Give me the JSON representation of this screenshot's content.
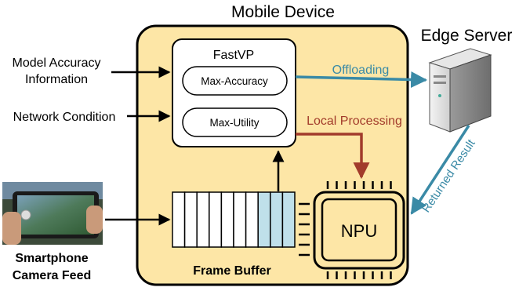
{
  "diagram": {
    "mobile_device_title": "Mobile Device",
    "edge_server_title": "Edge Server",
    "inputs": {
      "model_accuracy_line1": "Model Accuracy",
      "model_accuracy_line2": "Information",
      "network_condition": "Network Condition"
    },
    "fastvp": {
      "title": "FastVP",
      "modes": [
        "Max-Accuracy",
        "Max-Utility"
      ]
    },
    "flows": {
      "offloading": "Offloading",
      "local_processing": "Local Processing",
      "returned_result": "Returned Result"
    },
    "npu_label": "NPU",
    "frame_buffer_label": "Frame Buffer",
    "camera": {
      "line1": "Smartphone",
      "line2": "Camera Feed"
    },
    "colors": {
      "device_fill": "#fde6a6",
      "offload_arrow": "#3a8aa6",
      "local_arrow": "#a23b2b",
      "filled_slot": "#bfe0ea"
    },
    "frame_buffer_slots": 10,
    "frame_buffer_filled_slots": 3
  }
}
